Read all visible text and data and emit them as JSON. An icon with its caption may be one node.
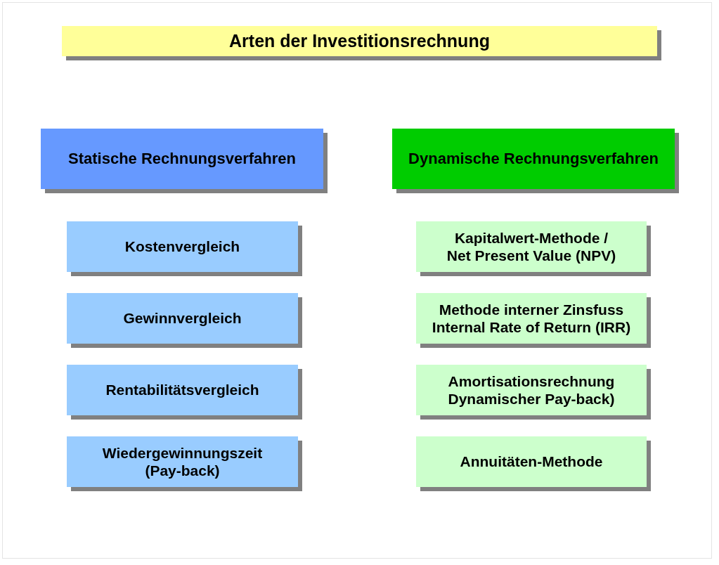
{
  "diagram": {
    "title": "Arten der Investitionsrechnung",
    "nodes": [
      {
        "text": [
          "Statische Rechnungsverfahren"
        ]
      },
      {
        "text": [
          "Kostenvergleich"
        ]
      },
      {
        "text": [
          "Gewinnvergleich"
        ]
      },
      {
        "text": [
          "Rentabilitätsvergleich"
        ]
      },
      {
        "text": [
          "Wiedergewinnungszeit (Pay-back)"
        ]
      },
      {
        "text": [
          "Dynamische Rechnungsverfahren"
        ]
      },
      {
        "text": [
          "Kapitalwert-Methode / Net Present Value (NPV)"
        ]
      },
      {
        "text": [
          "Methode interner Zinsfuss Internal Rate of Return (IRR)"
        ]
      },
      {
        "text": [
          "Amortisationsrechnung Dynamischer Pay-back)"
        ]
      },
      {
        "text": [
          "Annuitäten-Methode"
        ]
      }
    ]
  }
}
